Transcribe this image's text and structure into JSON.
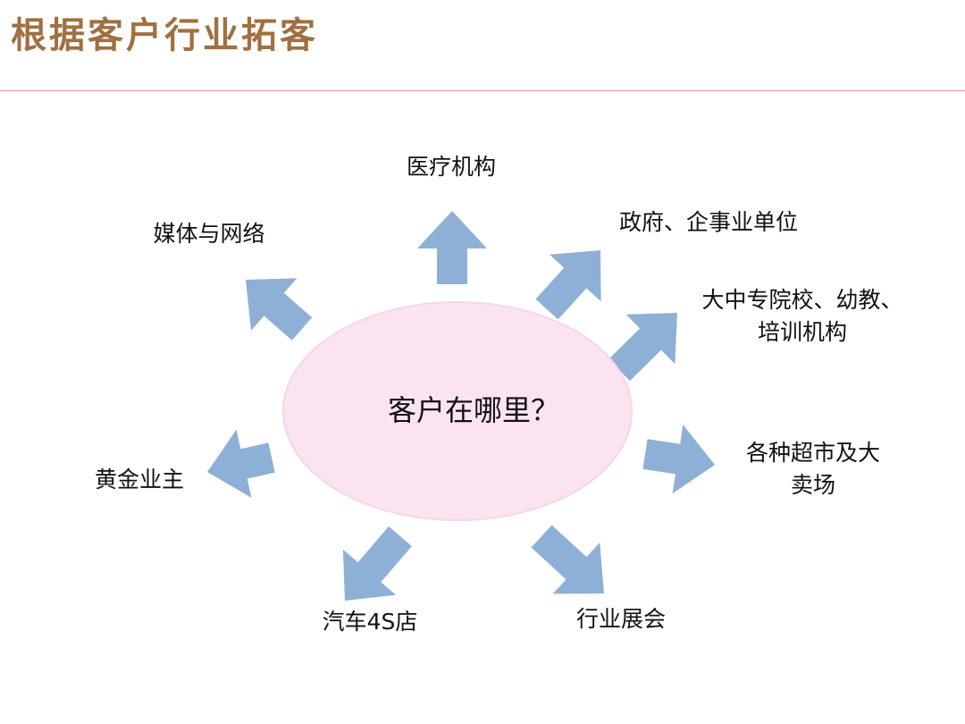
{
  "title": "根据客户行业拓客",
  "center": {
    "label": "客户在哪里？",
    "fill": "#fbe3f2",
    "stroke": "#f3d6e8"
  },
  "arrow_color": "#8fb0d6",
  "title_color": "#a07040",
  "nodes": [
    {
      "id": "medical",
      "lines": [
        "医疗机构"
      ]
    },
    {
      "id": "government",
      "lines": [
        "政府、企事业单位"
      ]
    },
    {
      "id": "education",
      "lines": [
        "大中专院校、幼教、",
        "培训机构"
      ]
    },
    {
      "id": "supermarket",
      "lines": [
        "各种超市及大",
        "卖场"
      ]
    },
    {
      "id": "exhibition",
      "lines": [
        "行业展会"
      ]
    },
    {
      "id": "auto4s",
      "lines": [
        "汽车4S店"
      ]
    },
    {
      "id": "gold",
      "lines": [
        "黄金业主"
      ]
    },
    {
      "id": "media",
      "lines": [
        "媒体与网络"
      ]
    }
  ]
}
